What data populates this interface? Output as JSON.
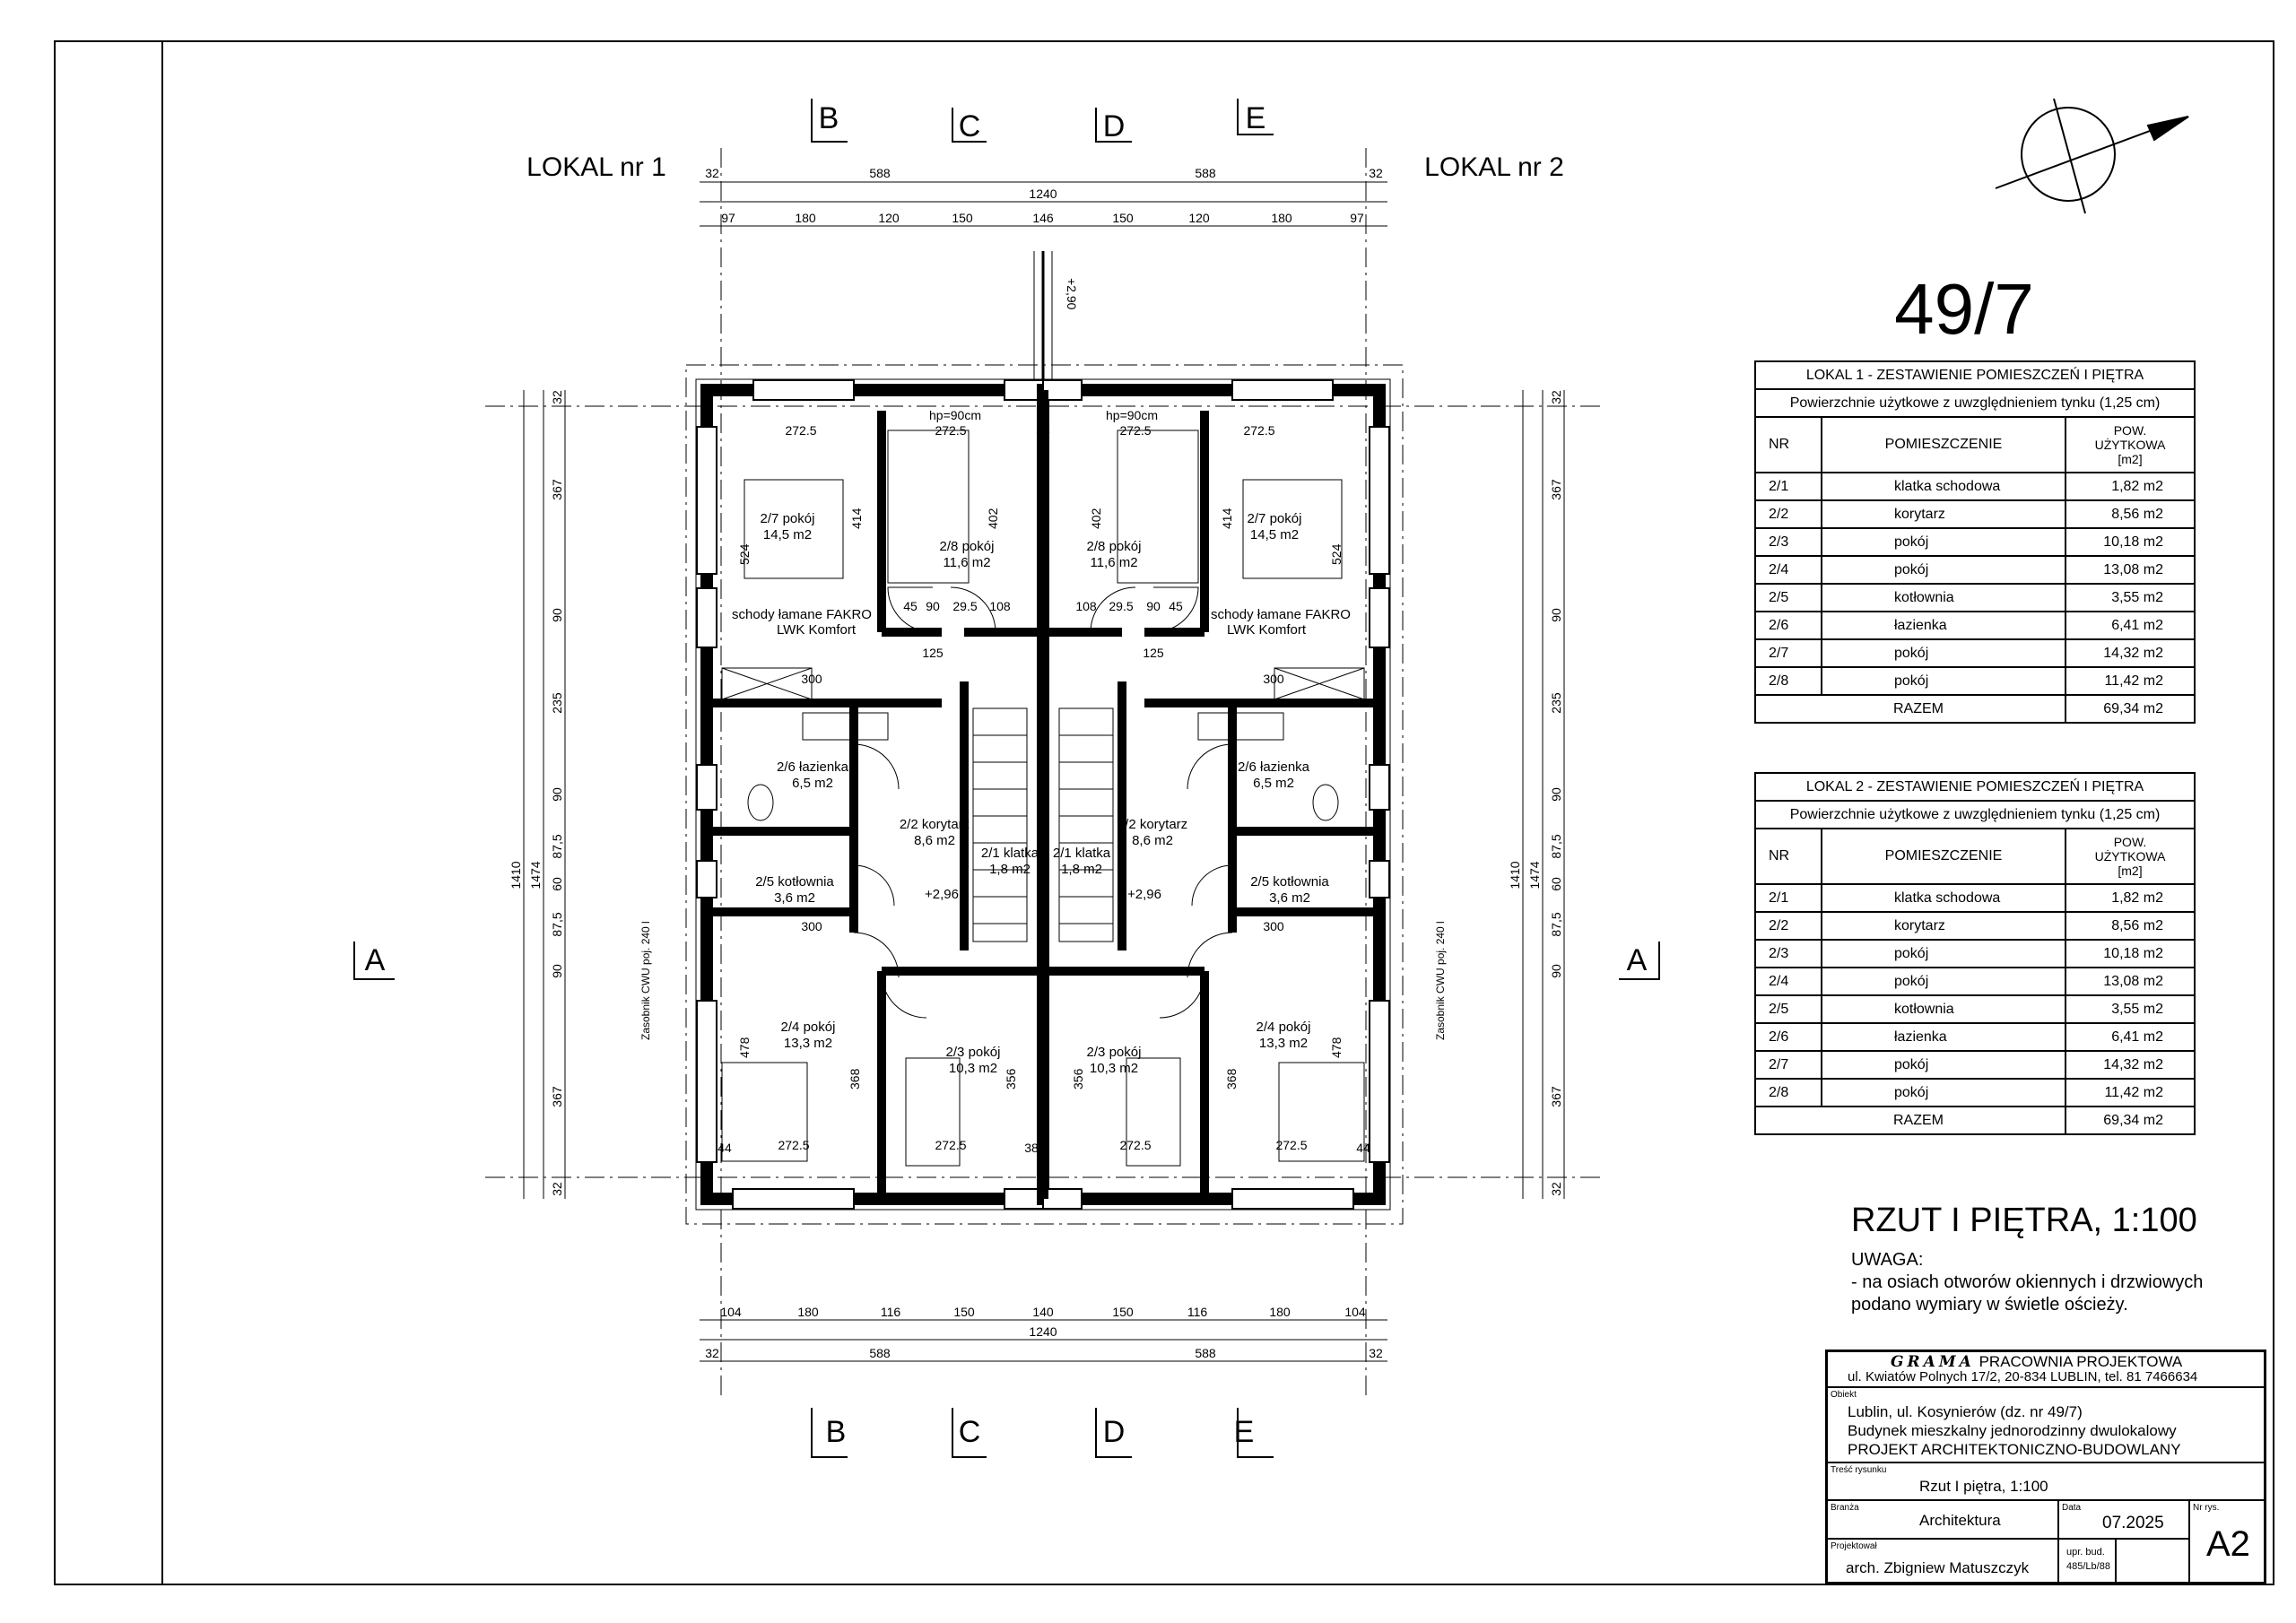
{
  "drawing": {
    "plot_number": "49/7",
    "lokal_left": "LOKAL nr 1",
    "lokal_right": "LOKAL nr 2",
    "section_marks": [
      "B",
      "C",
      "D",
      "E"
    ],
    "section_a": "A",
    "elevation_roof": "+2,90",
    "floor_level": "+2,96",
    "dims_top_outer": [
      "32",
      "588",
      "588",
      "32"
    ],
    "dims_total": "1240",
    "dims_top_inner": [
      "97",
      "180",
      "120",
      "150",
      "146",
      "150",
      "120",
      "180",
      "97"
    ],
    "dims_bottom_inner": [
      "104",
      "180",
      "116",
      "150",
      "140",
      "150",
      "116",
      "180",
      "104"
    ],
    "dims_bottom_outer": [
      "32",
      "588",
      "588",
      "32"
    ],
    "dims_side": [
      "32",
      "367",
      "90",
      "235",
      "90",
      "87,5",
      "60",
      "87,5",
      "90",
      "367",
      "32"
    ],
    "dims_side_total_a": "1410",
    "dims_side_total_b": "1474",
    "rooms": [
      {
        "name": "2/7 pokój",
        "area": "14,5 m2"
      },
      {
        "name": "2/8 pokój",
        "area": "11,6 m2"
      },
      {
        "name": "2/6 łazienka",
        "area": "6,5 m2"
      },
      {
        "name": "2/2 korytarz",
        "area": "8,6 m2"
      },
      {
        "name": "2/1 klatka",
        "area": "1,8 m2"
      },
      {
        "name": "2/5 kotłownia",
        "area": "3,6 m2"
      },
      {
        "name": "2/4 pokój",
        "area": "13,3 m2"
      },
      {
        "name": "2/3 pokój",
        "area": "10,3 m2"
      }
    ],
    "stairs_note": [
      "schody łamane FAKRO",
      "LWK Komfort"
    ],
    "boiler_note": "Zasobnik CWU poj. 240 l",
    "inner_dims": {
      "w1": "272.5",
      "w2": "272.5",
      "h27": "414",
      "h27b": "524",
      "h28": "402",
      "d300": "300",
      "h24": "478",
      "h23": "356",
      "h24b": "368",
      "r1": "45",
      "r2": "90",
      "r3": "29.5",
      "r4": "108",
      "r5": "125",
      "t44": "44",
      "t38": "38",
      "win": "hp=90cm"
    }
  },
  "tables": [
    {
      "title": "LOKAL 1 - ZESTAWIENIE POMIESZCZEŃ I PIĘTRA",
      "subtitle": "Powierzchnie użytkowe z uwzględnieniem tynku (1,25 cm)",
      "headers": [
        "NR",
        "POMIESZCZENIE",
        "POW. UŻYTKOWA [m2]"
      ],
      "rows": [
        [
          "2/1",
          "klatka schodowa",
          "1,82 m2"
        ],
        [
          "2/2",
          "korytarz",
          "8,56 m2"
        ],
        [
          "2/3",
          "pokój",
          "10,18 m2"
        ],
        [
          "2/4",
          "pokój",
          "13,08 m2"
        ],
        [
          "2/5",
          "kotłownia",
          "3,55 m2"
        ],
        [
          "2/6",
          "łazienka",
          "6,41 m2"
        ],
        [
          "2/7",
          "pokój",
          "14,32 m2"
        ],
        [
          "2/8",
          "pokój",
          "11,42 m2"
        ]
      ],
      "total_label": "RAZEM",
      "total": "69,34 m2"
    },
    {
      "title": "LOKAL 2 - ZESTAWIENIE POMIESZCZEŃ I PIĘTRA",
      "subtitle": "Powierzchnie użytkowe z uwzględnieniem tynku (1,25 cm)",
      "headers": [
        "NR",
        "POMIESZCZENIE",
        "POW. UŻYTKOWA [m2]"
      ],
      "rows": [
        [
          "2/1",
          "klatka schodowa",
          "1,82 m2"
        ],
        [
          "2/2",
          "korytarz",
          "8,56 m2"
        ],
        [
          "2/3",
          "pokój",
          "10,18 m2"
        ],
        [
          "2/4",
          "pokój",
          "13,08 m2"
        ],
        [
          "2/5",
          "kotłownia",
          "3,55 m2"
        ],
        [
          "2/6",
          "łazienka",
          "6,41 m2"
        ],
        [
          "2/7",
          "pokój",
          "14,32 m2"
        ],
        [
          "2/8",
          "pokój",
          "11,42 m2"
        ]
      ],
      "total_label": "RAZEM",
      "total": "69,34 m2"
    }
  ],
  "sheet_title": "RZUT I PIĘTRA, 1:100",
  "notes": {
    "heading": "UWAGA:",
    "lines": [
      "- na osiach otworów okiennych i drzwiowych",
      "podano wymiary w świetle ościeży."
    ]
  },
  "title_block": {
    "company_logo": "GRAMA",
    "company": "PRACOWNIA PROJEKTOWA",
    "address": "ul. Kwiatów Polnych 17/2, 20-834 LUBLIN, tel. 81 7466634",
    "object_label": "Obiekt",
    "object_lines": [
      "Lublin, ul. Kosynierów (dz. nr 49/7)",
      "Budynek mieszkalny jednorodzinny dwulokalowy",
      "PROJEKT ARCHITEKTONICZNO-BUDOWLANY"
    ],
    "content_label": "Treść rysunku",
    "content": "Rzut I piętra, 1:100",
    "branch_label": "Branża",
    "branch": "Architektura",
    "date_label": "Data",
    "date": "07.2025",
    "drawing_no_label": "Nr rys.",
    "drawing_no": "A2",
    "designer_label": "Projektował",
    "designer": "arch. Zbigniew Matuszczyk",
    "license_lines": [
      "upr. bud.",
      "485/Lb/88"
    ]
  }
}
